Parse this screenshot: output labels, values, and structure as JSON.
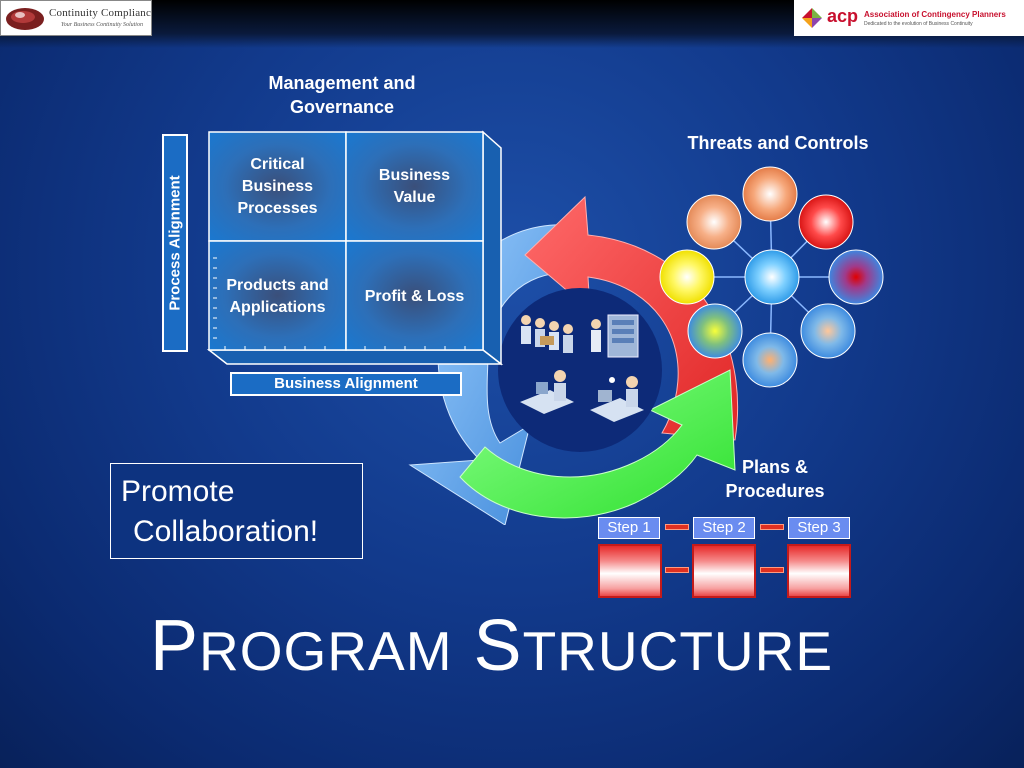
{
  "logos": {
    "left_name": "Continuity Compliance",
    "left_tagline": "Your Business Continuity Solution",
    "right_mark": "acp",
    "right_org": "Association of Contingency Planners",
    "right_tagline": "Dedicated to the evolution of Business Continuity"
  },
  "matrix": {
    "header_line1": "Management and",
    "header_line2": "Governance",
    "cells": [
      {
        "line1": "Critical",
        "line2": "Business",
        "line3": "Processes"
      },
      {
        "line1": "Business",
        "line2": "Value"
      },
      {
        "line1": "Products and",
        "line2": "Applications"
      },
      {
        "line1": "Profit & Loss"
      }
    ],
    "vertical_label": "Process Alignment",
    "bottom_label": "Business Alignment"
  },
  "threats": {
    "label": "Threats and Controls"
  },
  "plans": {
    "label_line1": "Plans &",
    "label_line2": "Procedures",
    "steps": [
      "Step 1",
      "Step 2",
      "Step 3"
    ]
  },
  "promote": {
    "line1": "Promote",
    "line2": "Collaboration!"
  },
  "title": {
    "p_cap": "P",
    "p_rest": "ROGRAM",
    "s_cap": "S",
    "s_rest": "TRUCTURE"
  },
  "colors": {
    "background": "#123a8c",
    "cycle_red": "#f04a4a",
    "cycle_green": "#5cf25c",
    "cycle_blue": "#6aaee8"
  }
}
